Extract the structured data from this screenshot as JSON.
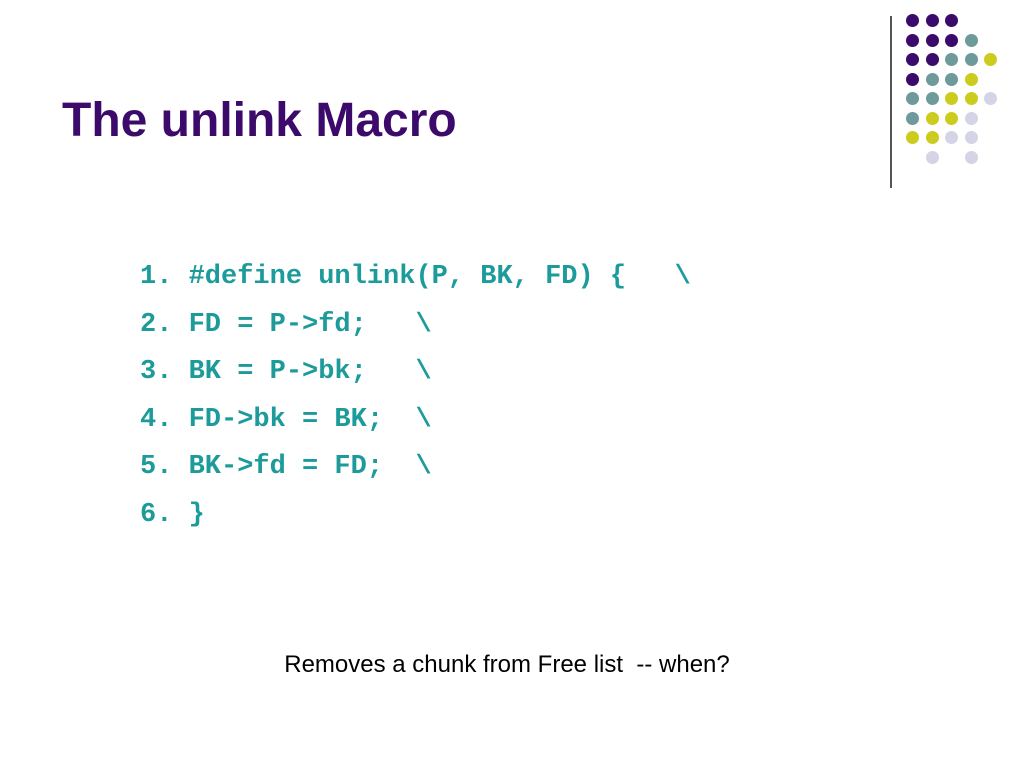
{
  "slide": {
    "title": "The unlink Macro",
    "code_lines": [
      "1. #define unlink(P, BK, FD) {   \\",
      "2. FD = P->fd;   \\",
      "3. BK = P->bk;   \\",
      "4. FD->bk = BK;  \\",
      "5. BK->fd = FD;  \\",
      "6. }"
    ],
    "caption": "Removes a chunk from Free list  -- when?"
  },
  "colors": {
    "title": "#3b0a6b",
    "code": "#1d9b9b",
    "caption": "#000000",
    "divider": "#555555",
    "dot_purple": "#3b0a6b",
    "dot_teal": "#6e9a9c",
    "dot_yellow": "#cccc1e",
    "dot_lavender": "#d4d4e6"
  },
  "decoration": {
    "dot_rows": [
      [
        "purple",
        "purple",
        "purple",
        "",
        ""
      ],
      [
        "purple",
        "purple",
        "purple",
        "teal",
        ""
      ],
      [
        "purple",
        "purple",
        "teal",
        "teal",
        "yellow"
      ],
      [
        "purple",
        "teal",
        "teal",
        "yellow",
        ""
      ],
      [
        "teal",
        "teal",
        "yellow",
        "yellow",
        "lavender"
      ],
      [
        "teal",
        "yellow",
        "yellow",
        "lavender",
        ""
      ],
      [
        "yellow",
        "yellow",
        "lavender",
        "lavender",
        ""
      ],
      [
        "",
        "lavender",
        "",
        "lavender",
        ""
      ]
    ]
  }
}
